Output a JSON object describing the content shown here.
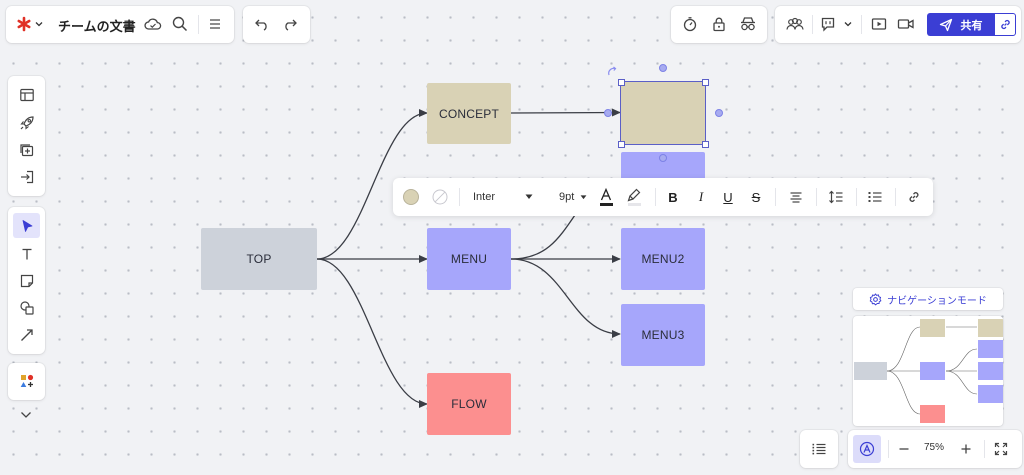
{
  "header": {
    "doc_title": "チームの文書",
    "share_label": "共有"
  },
  "nodes": {
    "top": "TOP",
    "concept": "CONCEPT",
    "menu": "MENU",
    "menu2": "MENU2",
    "menu3": "MENU3",
    "flow": "FLOW"
  },
  "format_toolbar": {
    "font_family": "Inter",
    "font_size": "9pt"
  },
  "navigation": {
    "mode_label": "ナビゲーションモード"
  },
  "zoom": {
    "level": "75%"
  },
  "colors": {
    "brand": "#e03127",
    "share_button": "#3b3ed4",
    "top_fill": "#cdd2da",
    "concept_fill": "#d9d2b5",
    "menu_fill": "#a6a6fb",
    "flow_fill": "#fc8f8f",
    "selection": "#5b5fc7"
  },
  "icons": {
    "logo": "asterisk-logo-icon",
    "cloud": "cloud-icon",
    "search": "search-icon",
    "menu": "hamburger-icon",
    "undo": "undo-icon",
    "redo": "redo-icon",
    "timer": "timer-icon",
    "lock": "lock-icon",
    "incognito": "incognito-icon",
    "people": "people-icon",
    "comment": "comment-icon",
    "present": "present-icon",
    "video": "video-icon",
    "send": "send-icon",
    "link": "link-icon"
  }
}
